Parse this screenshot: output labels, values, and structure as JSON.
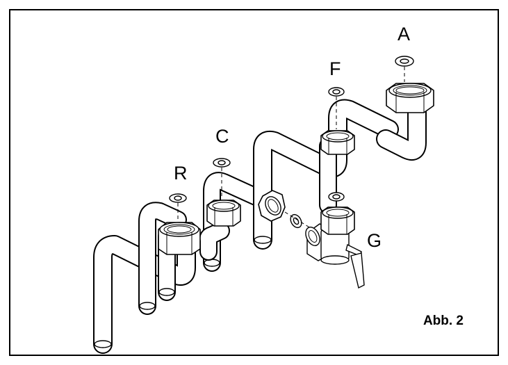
{
  "labels": {
    "a": "A",
    "f": "F",
    "c": "C",
    "r": "R",
    "g": "G"
  },
  "caption": "Abb. 2",
  "colors": {
    "line": "#000000",
    "background": "#ffffff"
  }
}
